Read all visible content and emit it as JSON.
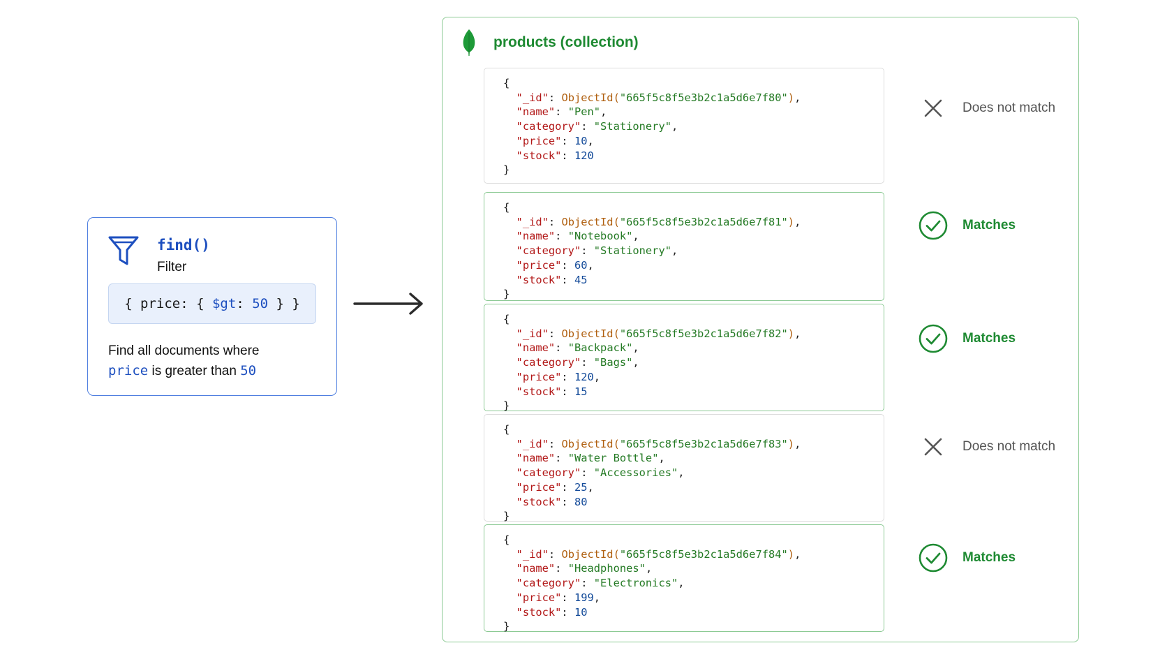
{
  "filter": {
    "method": "find()",
    "label": "Filter",
    "query": {
      "open": "{ price: { ",
      "operator": "$gt",
      "colon": ": ",
      "value": "50",
      "close": " } }"
    },
    "description": {
      "line1": "Find all documents where",
      "field": "price",
      "middle": " is greater than ",
      "value": "50"
    }
  },
  "collection": {
    "title": "products (collection)",
    "documents": [
      {
        "id": "665f5c8f5e3b2c1a5d6e7f80",
        "name": "Pen",
        "category": "Stationery",
        "price": "10",
        "stock": "120",
        "status": "Does not match"
      },
      {
        "id": "665f5c8f5e3b2c1a5d6e7f81",
        "name": "Notebook",
        "category": "Stationery",
        "price": "60",
        "stock": "45",
        "status": "Matches"
      },
      {
        "id": "665f5c8f5e3b2c1a5d6e7f82",
        "name": "Backpack",
        "category": "Bags",
        "price": "120",
        "stock": "15",
        "status": "Matches"
      },
      {
        "id": "665f5c8f5e3b2c1a5d6e7f83",
        "name": "Water Bottle",
        "category": "Accessories",
        "price": "25",
        "stock": "80",
        "status": "Does not match"
      },
      {
        "id": "665f5c8f5e3b2c1a5d6e7f84",
        "name": "Headphones",
        "category": "Electronics",
        "price": "199",
        "stock": "10",
        "status": "Matches"
      }
    ]
  },
  "colors": {
    "accent_blue": "#1d4fbf",
    "match_green": "#1e8a32",
    "key_red": "#b21818",
    "string_green": "#247a24",
    "number_blue": "#134a99"
  },
  "icons": {
    "filter": "funnel-icon",
    "flow": "arrow-right-icon",
    "collection": "mongodb-leaf-icon",
    "match": "check-circle-icon",
    "nomatch": "x-icon"
  }
}
